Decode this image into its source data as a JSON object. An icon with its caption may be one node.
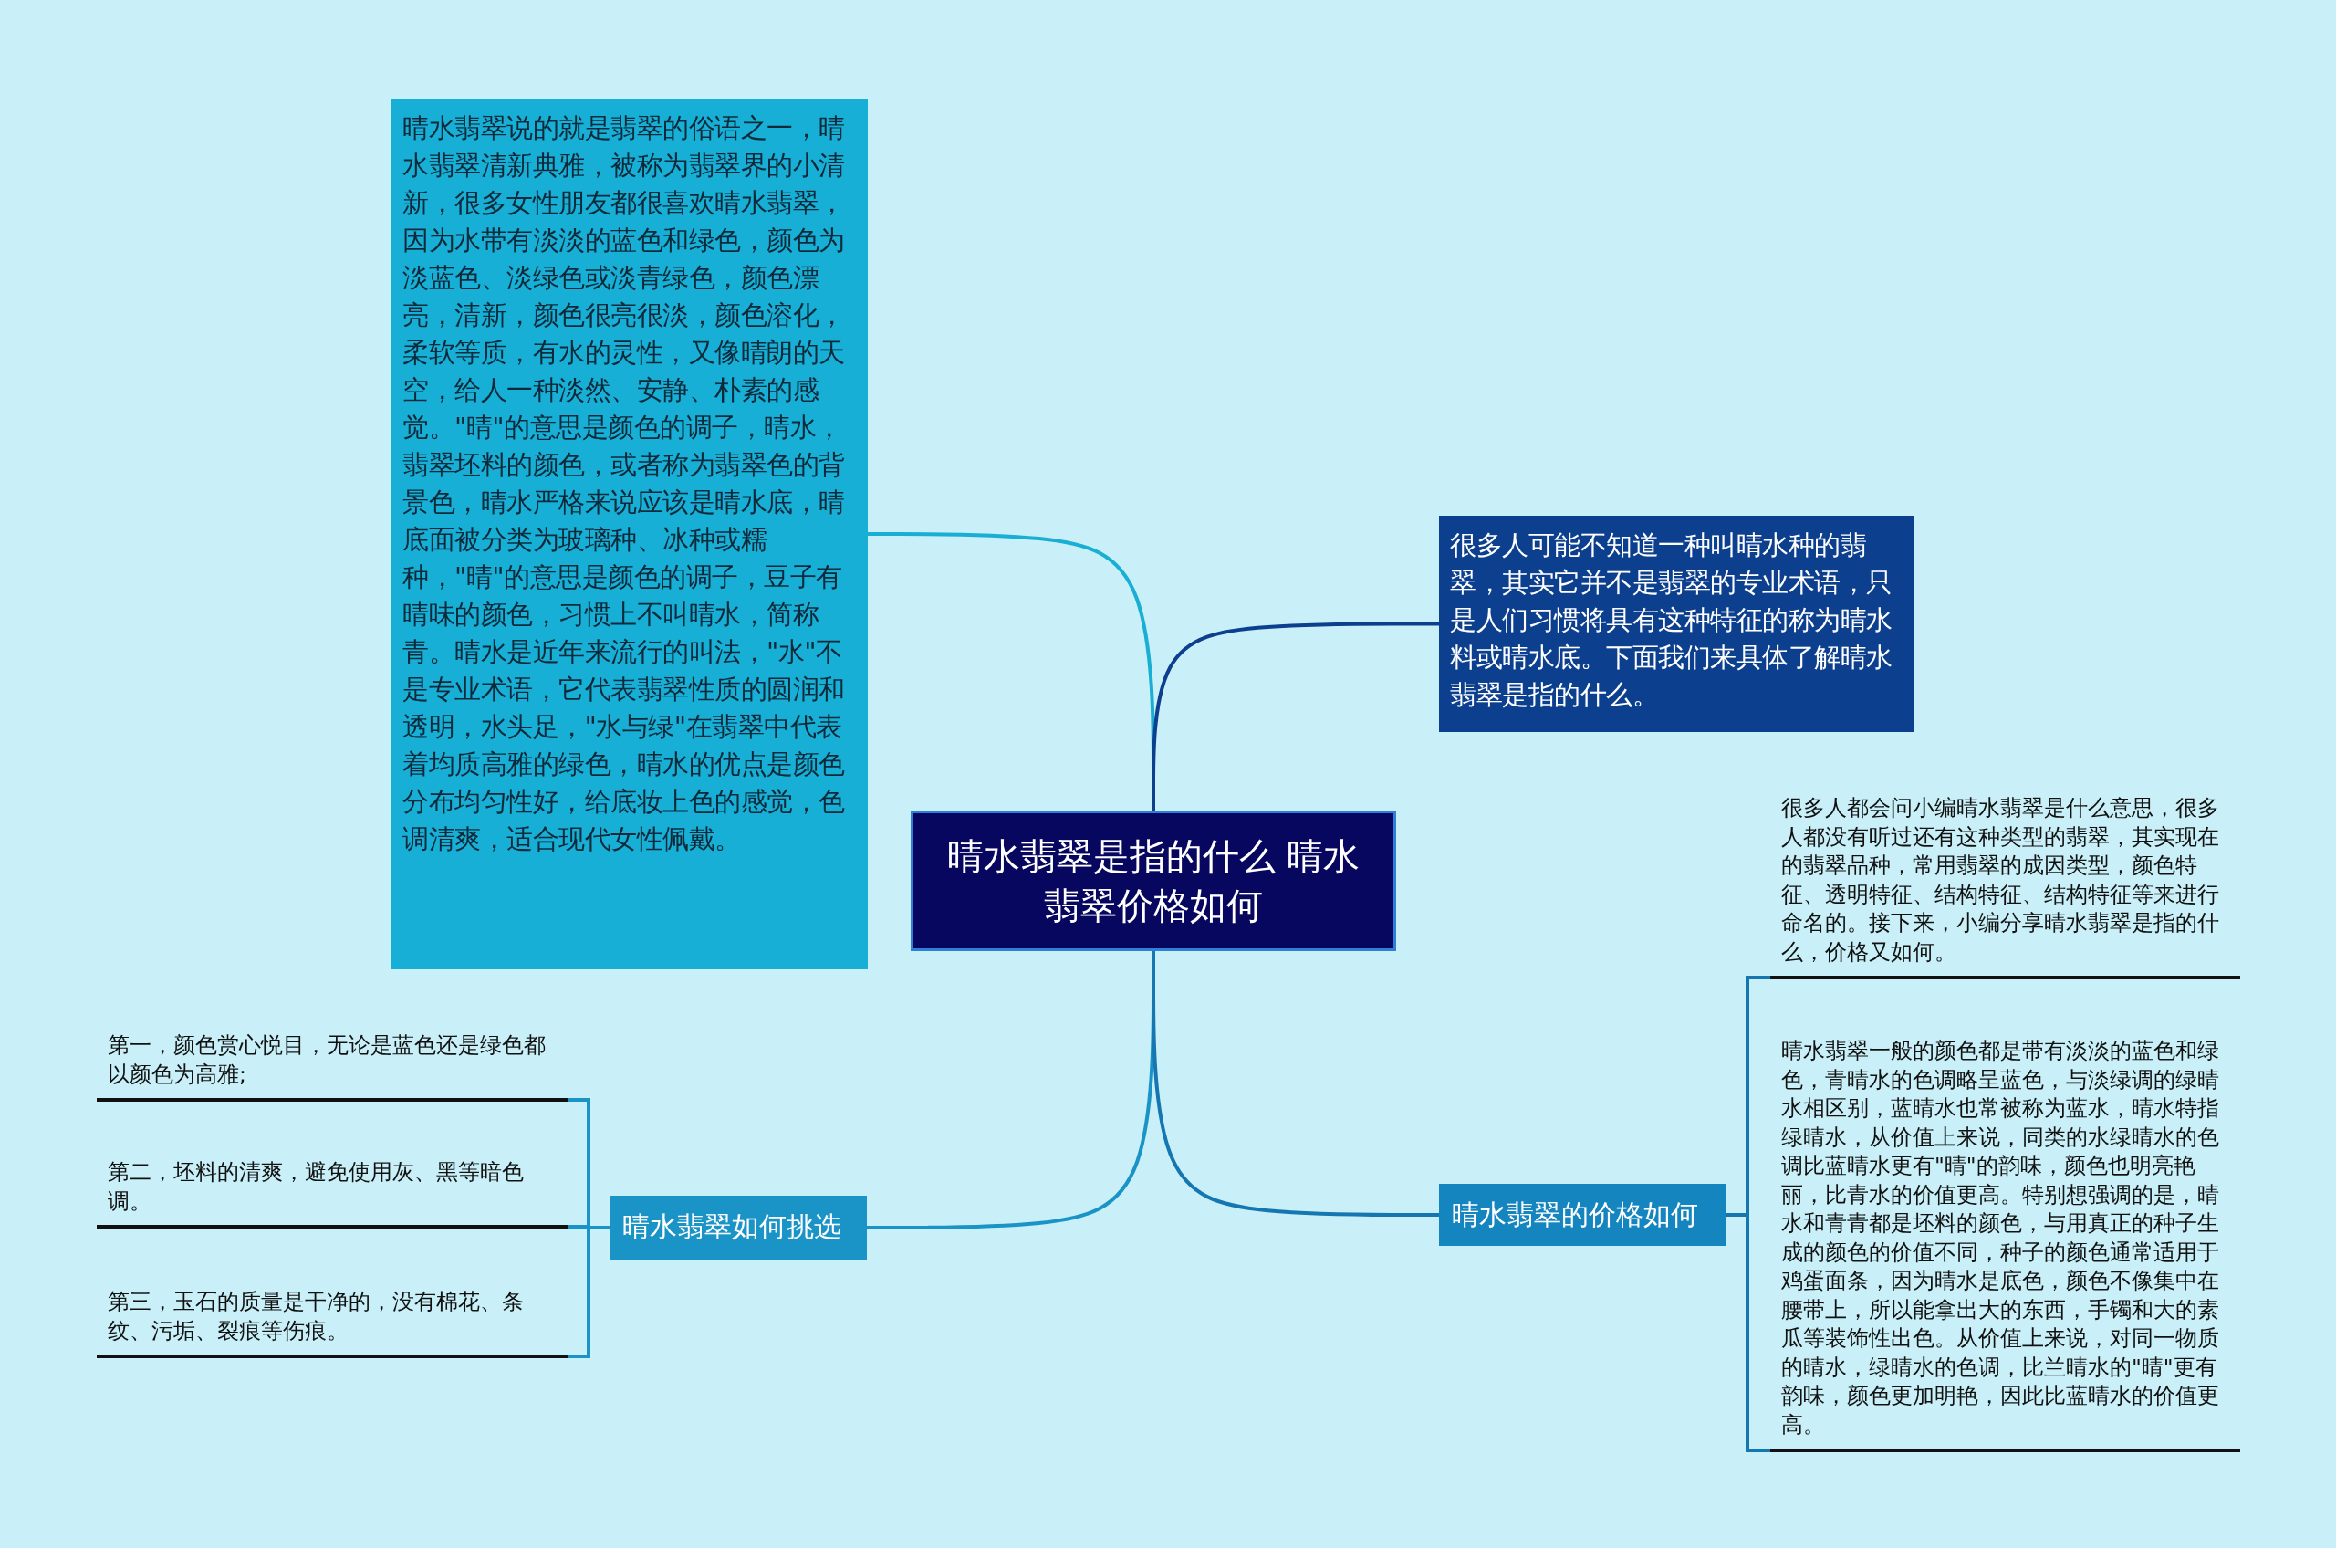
{
  "diagram": {
    "nodes": [
      {
        "text": [
          "晴水翡翠是指的什么 晴水翡翠价格如何"
        ]
      },
      {
        "text": [
          "晴水翡翠说的就是翡翠的俗语之一，晴水翡翠清新典雅，被称为翡翠界的小清新，很多女性朋友都很喜欢晴水翡翠，因为水带有淡淡的蓝色和绿色，颜色为淡蓝色、淡绿色或淡青绿色，颜色漂亮，清新，颜色很亮很淡，颜色溶化，柔软等质，有水的灵性，又像晴朗的天空，给人一种淡然、安静、朴素的感觉。\"晴\"的意思是颜色的调子，晴水，翡翠坯料的颜色，或者称为翡翠色的背景色，晴水严格来说应该是晴水底，晴底面被分类为玻璃种、冰种或糯种，\"晴\"的意思是颜色的调子，豆子有晴味的颜色，习惯上不叫晴水，简称青。晴水是近年来流行的叫法，\"水\"不是专业术语，它代表翡翠性质的圆润和透明，水头足，\"水与绿\"在翡翠中代表着均质高雅的绿色，晴水的优点是颜色分布均匀性好，给底妆上色的感觉，色调清爽，适合现代女性佩戴。"
        ]
      },
      {
        "text": [
          "很多人可能不知道一种叫晴水种的翡翠，其实它并不是翡翠的专业术语，只是人们习惯将具有这种特征的称为晴水料或晴水底。下面我们来具体了解晴水翡翠是指的什么。"
        ]
      },
      {
        "text": [
          "晴水翡翠如何挑选"
        ]
      },
      {
        "text": [
          "晴水翡翠的价格如何"
        ]
      },
      {
        "text": [
          "第一，颜色赏心悦目，无论是蓝色还是绿色都以颜色为高雅;"
        ]
      },
      {
        "text": [
          "第二，坯料的清爽，避免使用灰、黑等暗色调。"
        ]
      },
      {
        "text": [
          "第三，玉石的质量是干净的，没有棉花、条纹、污垢、裂痕等伤痕。"
        ]
      },
      {
        "text": [
          "很多人都会问小编晴水翡翠是什么意思，很多人都没有听过还有这种类型的翡翠，其实现在的翡翠品种，常用翡翠的成因类型，颜色特征、透明特征、结构特征、结构特征等来进行命名的。接下来，小编分享晴水翡翠是指的什么，价格又如何。"
        ]
      },
      {
        "text": [
          "晴水翡翠一般的颜色都是带有淡淡的蓝色和绿色，青晴水的色调略呈蓝色，与淡绿调的绿晴水相区别，蓝晴水也常被称为蓝水，晴水特指绿晴水，从价值上来说，同类的水绿晴水的色调比蓝晴水更有\"晴\"的韵味，颜色也明亮艳丽，比青水的价值更高。特别想强调的是，晴水和青青都是坯料的颜色，与用真正的种子生成的颜色的价值不同，种子的颜色通常适用于鸡蛋面条，因为晴水是底色，颜色不像集中在腰带上，所以能拿出大的东西，手镯和大的素瓜等装饰性出色。从价值上来说，对同一物质的晴水，绿晴水的色调，比兰晴水的\"晴\"更有韵味，颜色更加明艳，因此比蓝晴水的价值更高。"
        ]
      }
    ],
    "edges": [
      {
        "from": 0,
        "to": 1,
        "arrow": "none",
        "color": "#19aed3"
      },
      {
        "from": 0,
        "to": 2,
        "arrow": "none",
        "color": "#0d3f8f"
      },
      {
        "from": 0,
        "to": 3,
        "arrow": "none",
        "color": "#1a93c6"
      },
      {
        "from": 0,
        "to": 4,
        "arrow": "none",
        "color": "#1676b2"
      },
      {
        "from": 3,
        "to": 5,
        "arrow": "none"
      },
      {
        "from": 3,
        "to": 6,
        "arrow": "none"
      },
      {
        "from": 3,
        "to": 7,
        "arrow": "none"
      },
      {
        "from": 4,
        "to": 8,
        "arrow": "none"
      },
      {
        "from": 4,
        "to": 9,
        "arrow": "none"
      }
    ]
  }
}
